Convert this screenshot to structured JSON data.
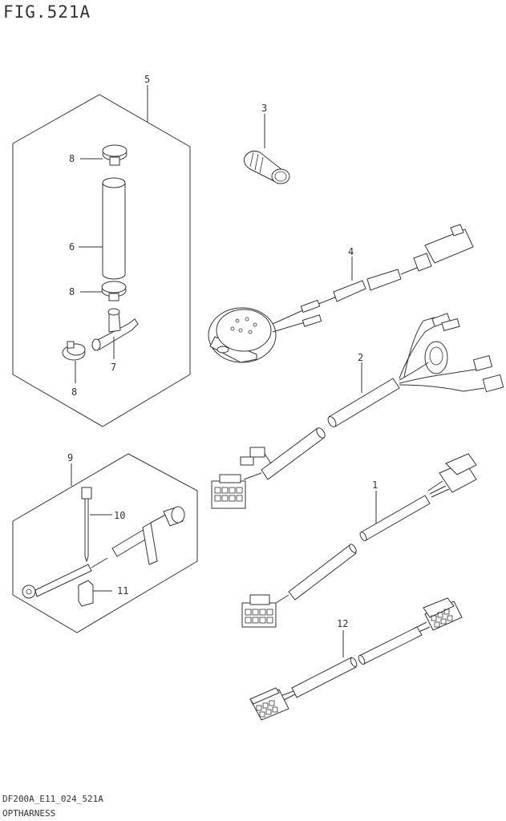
{
  "header": {
    "figure_title": "FIG.521A"
  },
  "footer": {
    "model_code": "DF200A_E11_024_521A",
    "section_name": "OPTHARNESS"
  },
  "callouts": {
    "c1": "1",
    "c2": "2",
    "c3": "3",
    "c4": "4",
    "c5": "5",
    "c6": "6",
    "c7": "7",
    "c8a": "8",
    "c8b": "8",
    "c8c": "8",
    "c9": "9",
    "c10": "10",
    "c11": "11",
    "c12": "12"
  }
}
